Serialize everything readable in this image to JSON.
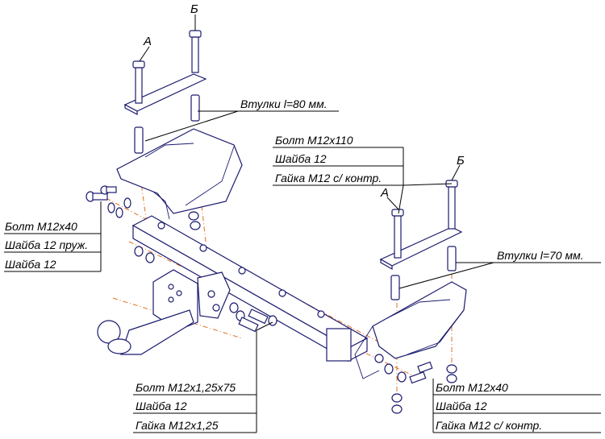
{
  "letters": {
    "a": "А",
    "b": "Б"
  },
  "callouts": {
    "bushings_80": "Втулки l=80 мм.",
    "bushings_70": "Втулки l=70 мм.",
    "group_top_right": [
      "Болт М12х110",
      "Шайба 12",
      "Гайка М12 с/ контр."
    ],
    "group_left": [
      "Болт М12х40",
      "Шайба 12 пруж.",
      "Шайба 12"
    ],
    "group_bottom_center": [
      "Болт М12х1,25х75",
      "Шайба 12",
      "Гайка М12х1,25"
    ],
    "group_bottom_right": [
      "Болт М12х40",
      "Шайба 12",
      "Гайка М12 с/ контр."
    ]
  }
}
